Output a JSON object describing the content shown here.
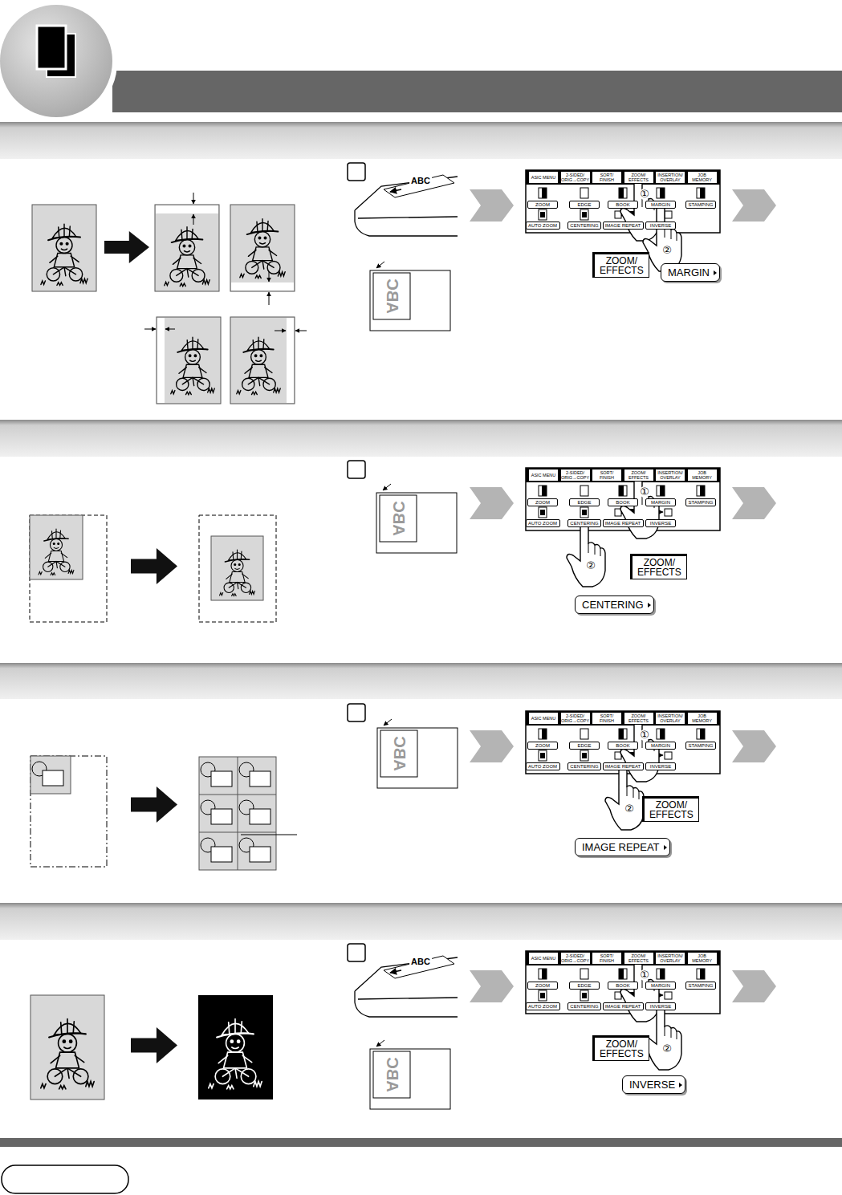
{
  "diagram": {
    "nodes": [
      {
        "text": [
          "ASIC MENU"
        ]
      },
      {
        "text": [
          "2-SIDED/ ORIG→COPY"
        ]
      },
      {
        "text": [
          "SORT/ FINISH"
        ]
      },
      {
        "text": [
          "ZOOM/ EFFECTS"
        ]
      },
      {
        "text": [
          "INSERTION/ OVERLAY"
        ]
      },
      {
        "text": [
          "JOB MEMORY"
        ]
      },
      {
        "text": [
          "ZOOM"
        ]
      },
      {
        "text": [
          "EDGE"
        ]
      },
      {
        "text": [
          "BOOK"
        ]
      },
      {
        "text": [
          "MARGIN"
        ]
      },
      {
        "text": [
          "STAMPING"
        ]
      },
      {
        "text": [
          "AUTO ZOOM"
        ]
      },
      {
        "text": [
          "CENTERING"
        ]
      },
      {
        "text": [
          "IMAGE REPEAT"
        ]
      },
      {
        "text": [
          "INVERSE"
        ]
      },
      {
        "text": [
          "ZOOM/ EFFECTS"
        ]
      },
      {
        "text": [
          "MARGIN"
        ]
      },
      {
        "text": [
          "ASIC MENU"
        ]
      },
      {
        "text": [
          "2-SIDED/ ORIG→COPY"
        ]
      },
      {
        "text": [
          "SORT/ FINISH"
        ]
      },
      {
        "text": [
          "ZOOM/ EFFECTS"
        ]
      },
      {
        "text": [
          "INSERTION/ OVERLAY"
        ]
      },
      {
        "text": [
          "JOB MEMORY"
        ]
      },
      {
        "text": [
          "ZOOM"
        ]
      },
      {
        "text": [
          "EDGE"
        ]
      },
      {
        "text": [
          "BOOK"
        ]
      },
      {
        "text": [
          "MARGIN"
        ]
      },
      {
        "text": [
          "STAMPING"
        ]
      },
      {
        "text": [
          "AUTO ZOOM"
        ]
      },
      {
        "text": [
          "CENTERING"
        ]
      },
      {
        "text": [
          "IMAGE REPEAT"
        ]
      },
      {
        "text": [
          "INVERSE"
        ]
      },
      {
        "text": [
          "ZOOM/ EFFECTS"
        ]
      },
      {
        "text": [
          "CENTERING"
        ]
      },
      {
        "text": [
          "ASIC MENU"
        ]
      },
      {
        "text": [
          "2-SIDED/ ORIG→COPY"
        ]
      },
      {
        "text": [
          "SORT/ FINISH"
        ]
      },
      {
        "text": [
          "ZOOM/ EFFECTS"
        ]
      },
      {
        "text": [
          "INSERTION/ OVERLAY"
        ]
      },
      {
        "text": [
          "JOB MEMORY"
        ]
      },
      {
        "text": [
          "ZOOM"
        ]
      },
      {
        "text": [
          "EDGE"
        ]
      },
      {
        "text": [
          "BOOK"
        ]
      },
      {
        "text": [
          "MARGIN"
        ]
      },
      {
        "text": [
          "STAMPING"
        ]
      },
      {
        "text": [
          "AUTO ZOOM"
        ]
      },
      {
        "text": [
          "CENTERING"
        ]
      },
      {
        "text": [
          "IMAGE REPEAT"
        ]
      },
      {
        "text": [
          "INVERSE"
        ]
      },
      {
        "text": [
          "ZOOM/ EFFECTS"
        ]
      },
      {
        "text": [
          "IMAGE REPEAT"
        ]
      },
      {
        "text": [
          "ASIC MENU"
        ]
      },
      {
        "text": [
          "2-SIDED/ ORIG→COPY"
        ]
      },
      {
        "text": [
          "SORT/ FINISH"
        ]
      },
      {
        "text": [
          "ZOOM/ EFFECTS"
        ]
      },
      {
        "text": [
          "INSERTION/ OVERLAY"
        ]
      },
      {
        "text": [
          "JOB MEMORY"
        ]
      },
      {
        "text": [
          "ZOOM"
        ]
      },
      {
        "text": [
          "EDGE"
        ]
      },
      {
        "text": [
          "BOOK"
        ]
      },
      {
        "text": [
          "MARGIN"
        ]
      },
      {
        "text": [
          "STAMPING"
        ]
      },
      {
        "text": [
          "AUTO ZOOM"
        ]
      },
      {
        "text": [
          "CENTERING"
        ]
      },
      {
        "text": [
          "IMAGE REPEAT"
        ]
      },
      {
        "text": [
          "INVERSE"
        ]
      },
      {
        "text": [
          "ZOOM/ EFFECTS"
        ]
      },
      {
        "text": [
          "INVERSE"
        ]
      }
    ],
    "labels": [
      "ABC",
      "ABC",
      "①",
      "②",
      "ABC",
      "①",
      "②",
      "ABC",
      "①",
      "②",
      "ABC",
      "ABC",
      "①",
      "②"
    ]
  }
}
